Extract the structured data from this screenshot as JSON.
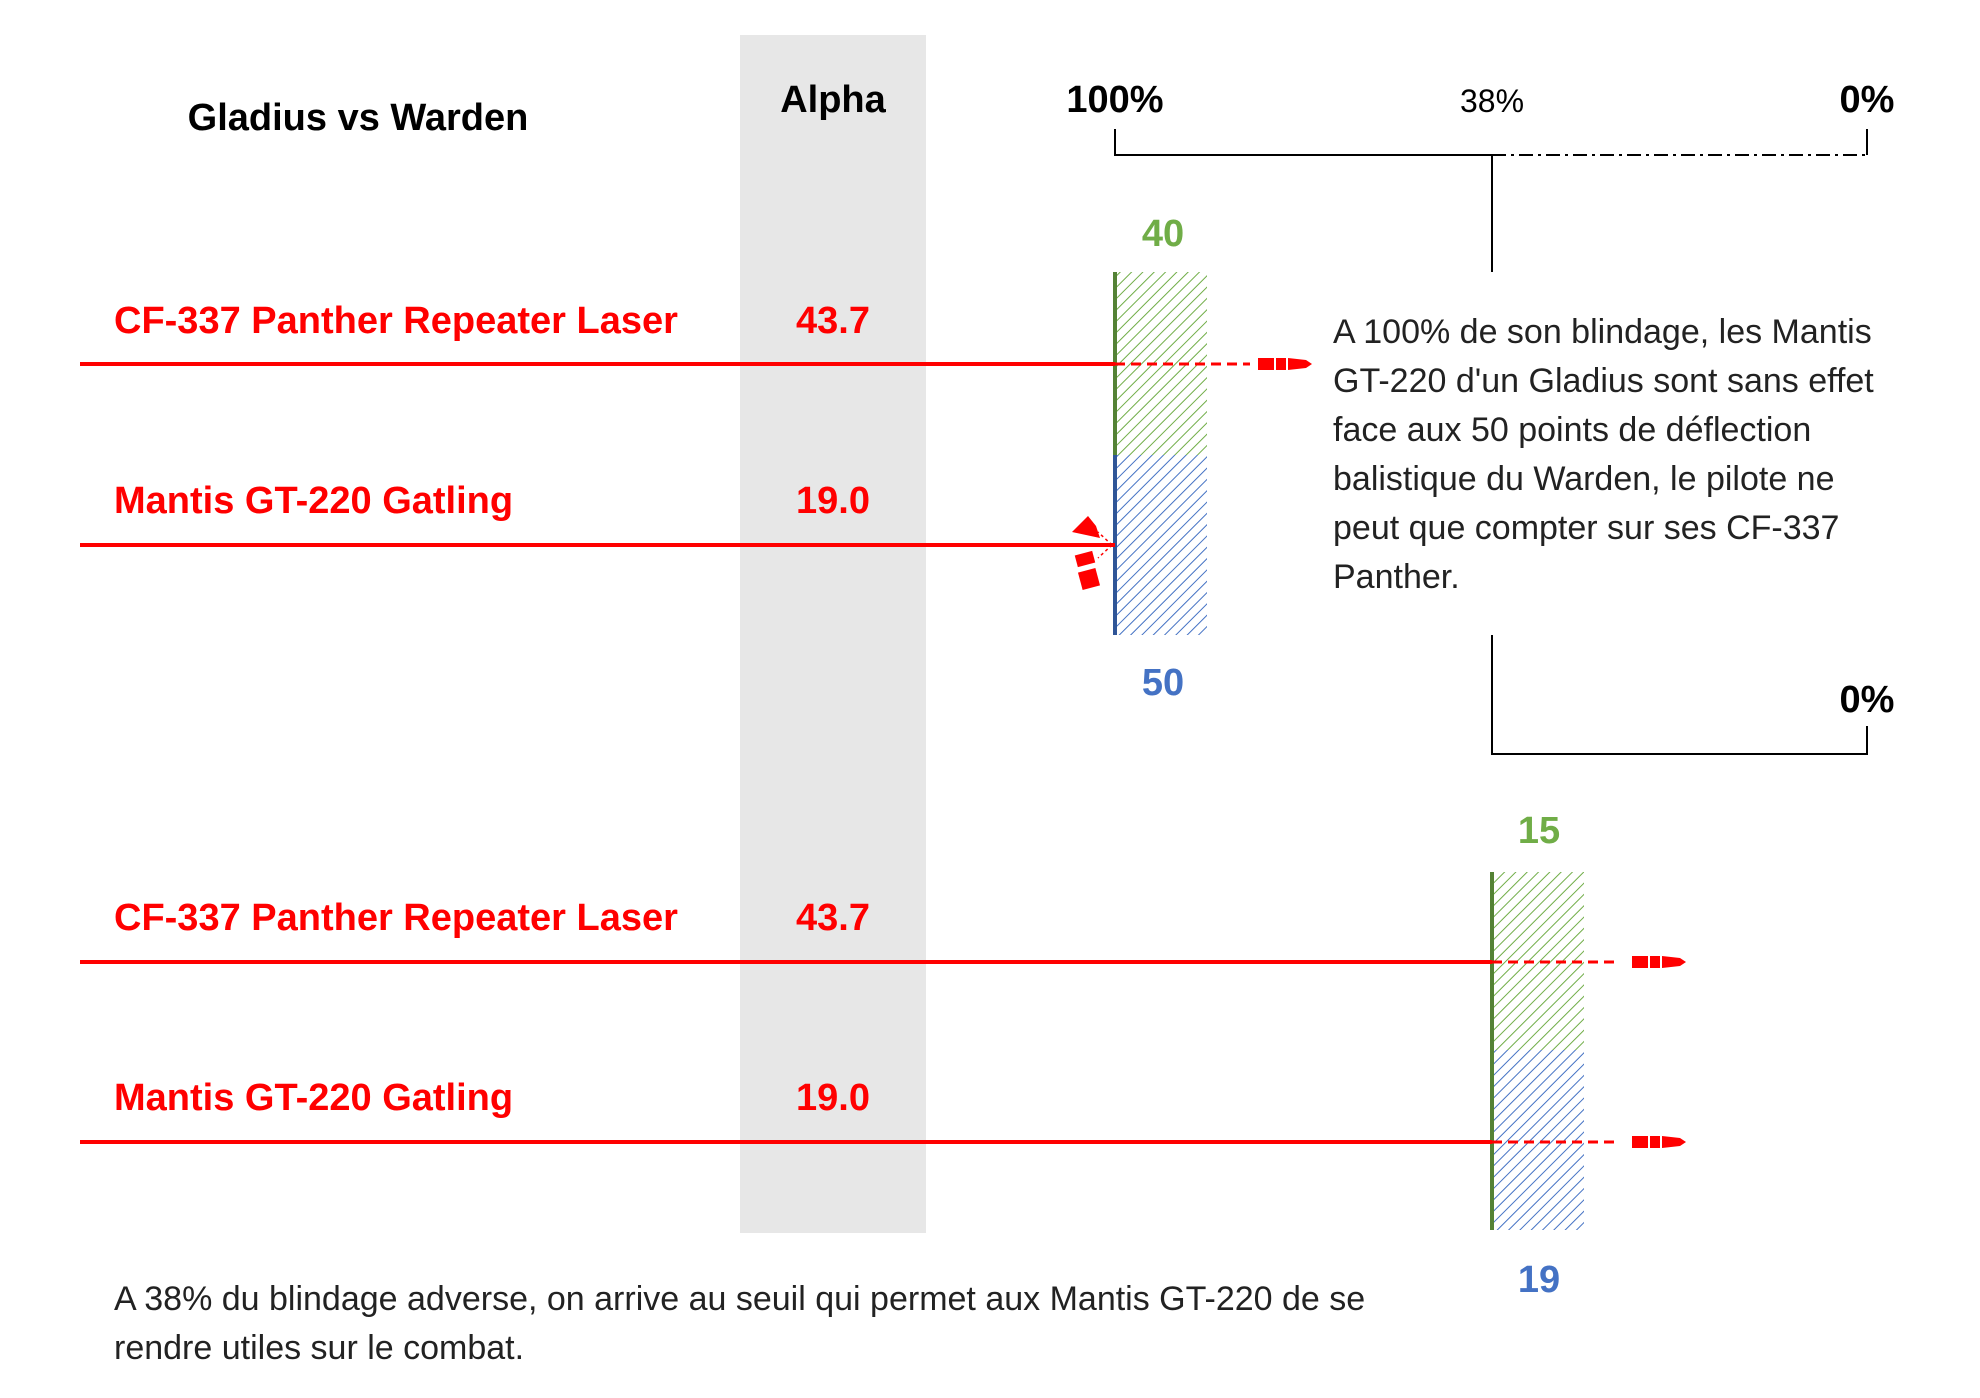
{
  "title": "Gladius vs Warden",
  "alpha_header": "Alpha",
  "scale": {
    "start": "100%",
    "mid": "38%",
    "end": "0%",
    "end_lower": "0%"
  },
  "scenario_full_armor": {
    "armor_percent": 100,
    "energy_deflection": "40",
    "ballistic_deflection": "50",
    "weapons": [
      {
        "name": "CF-337 Panther Repeater Laser",
        "alpha": "43.7",
        "outcome": "penetrates"
      },
      {
        "name": "Mantis GT-220 Gatling",
        "alpha": "19.0",
        "outcome": "deflected"
      }
    ],
    "note": "A 100% de son blindage, les Mantis GT-220 d'un Gladius sont sans effet face aux 50 points de déflection balistique du Warden, le pilote ne peut que compter sur ses CF-337 Panther."
  },
  "scenario_38_armor": {
    "armor_percent": 38,
    "energy_deflection": "15",
    "ballistic_deflection": "19",
    "weapons": [
      {
        "name": "CF-337 Panther Repeater Laser",
        "alpha": "43.7",
        "outcome": "penetrates"
      },
      {
        "name": "Mantis GT-220 Gatling",
        "alpha": "19.0",
        "outcome": "penetrates"
      }
    ],
    "note": "A 38% du blindage adverse, on arrive au seuil qui permet aux Mantis GT-220 de se rendre utiles sur le combat."
  },
  "colors": {
    "weapon": "#ff0000",
    "energy": "#70ad47",
    "energy_edge": "#548235",
    "ballistic": "#4472c4",
    "ballistic_edge": "#2f5597",
    "alpha_band": "#e7e7e7",
    "text": "#000000",
    "note_text": "#222222"
  },
  "icons": [
    "projectile-icon",
    "deflected-projectile-icon"
  ]
}
